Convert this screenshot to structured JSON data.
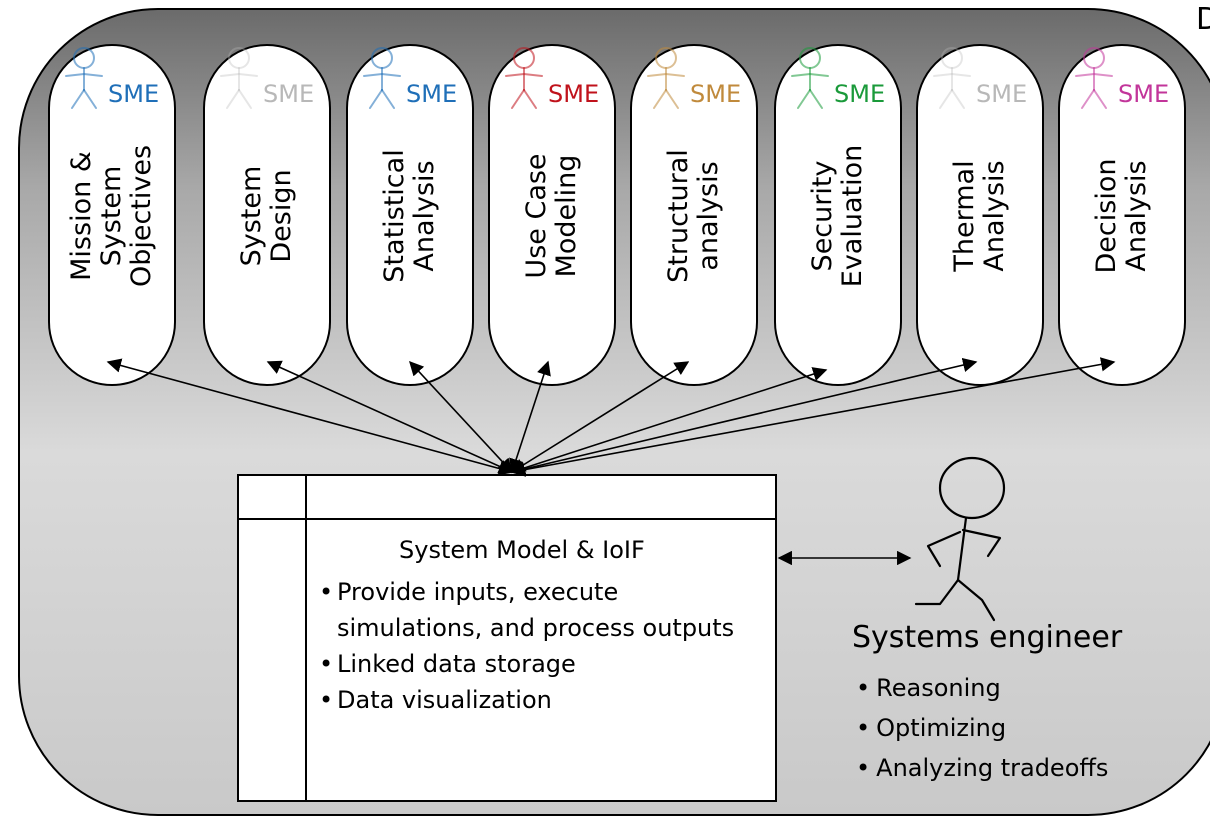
{
  "corner_letter": "D",
  "smes": [
    {
      "tag": "SME",
      "color": "#1f6fb8",
      "faded": false,
      "lines": [
        "Mission &",
        "System",
        "Objectives"
      ]
    },
    {
      "tag": "SME",
      "color": "#b8b8b8",
      "faded": true,
      "lines": [
        "System",
        "Design"
      ]
    },
    {
      "tag": "SME",
      "color": "#1f6fb8",
      "faded": false,
      "lines": [
        "Statistical",
        "Analysis"
      ]
    },
    {
      "tag": "SME",
      "color": "#c0121b",
      "faded": false,
      "lines": [
        "Use Case",
        "Modeling"
      ]
    },
    {
      "tag": "SME",
      "color": "#c08a3c",
      "faded": false,
      "lines": [
        "Structural",
        "analysis"
      ]
    },
    {
      "tag": "SME",
      "color": "#1a9a3a",
      "faded": false,
      "lines": [
        "Security",
        "Evaluation"
      ]
    },
    {
      "tag": "SME",
      "color": "#b8b8b8",
      "faded": true,
      "lines": [
        "Thermal",
        "Analysis"
      ]
    },
    {
      "tag": "SME",
      "color": "#c2359a",
      "faded": false,
      "lines": [
        "Decision",
        "Analysis"
      ]
    }
  ],
  "model": {
    "title": "System Model & IoIF",
    "bullets": [
      "Provide inputs, execute simulations, and process outputs",
      "Linked data storage",
      "Data visualization"
    ]
  },
  "engineer": {
    "title": "Systems engineer",
    "bullets": [
      "Reasoning",
      "Optimizing",
      "Analyzing tradeoffs"
    ]
  }
}
